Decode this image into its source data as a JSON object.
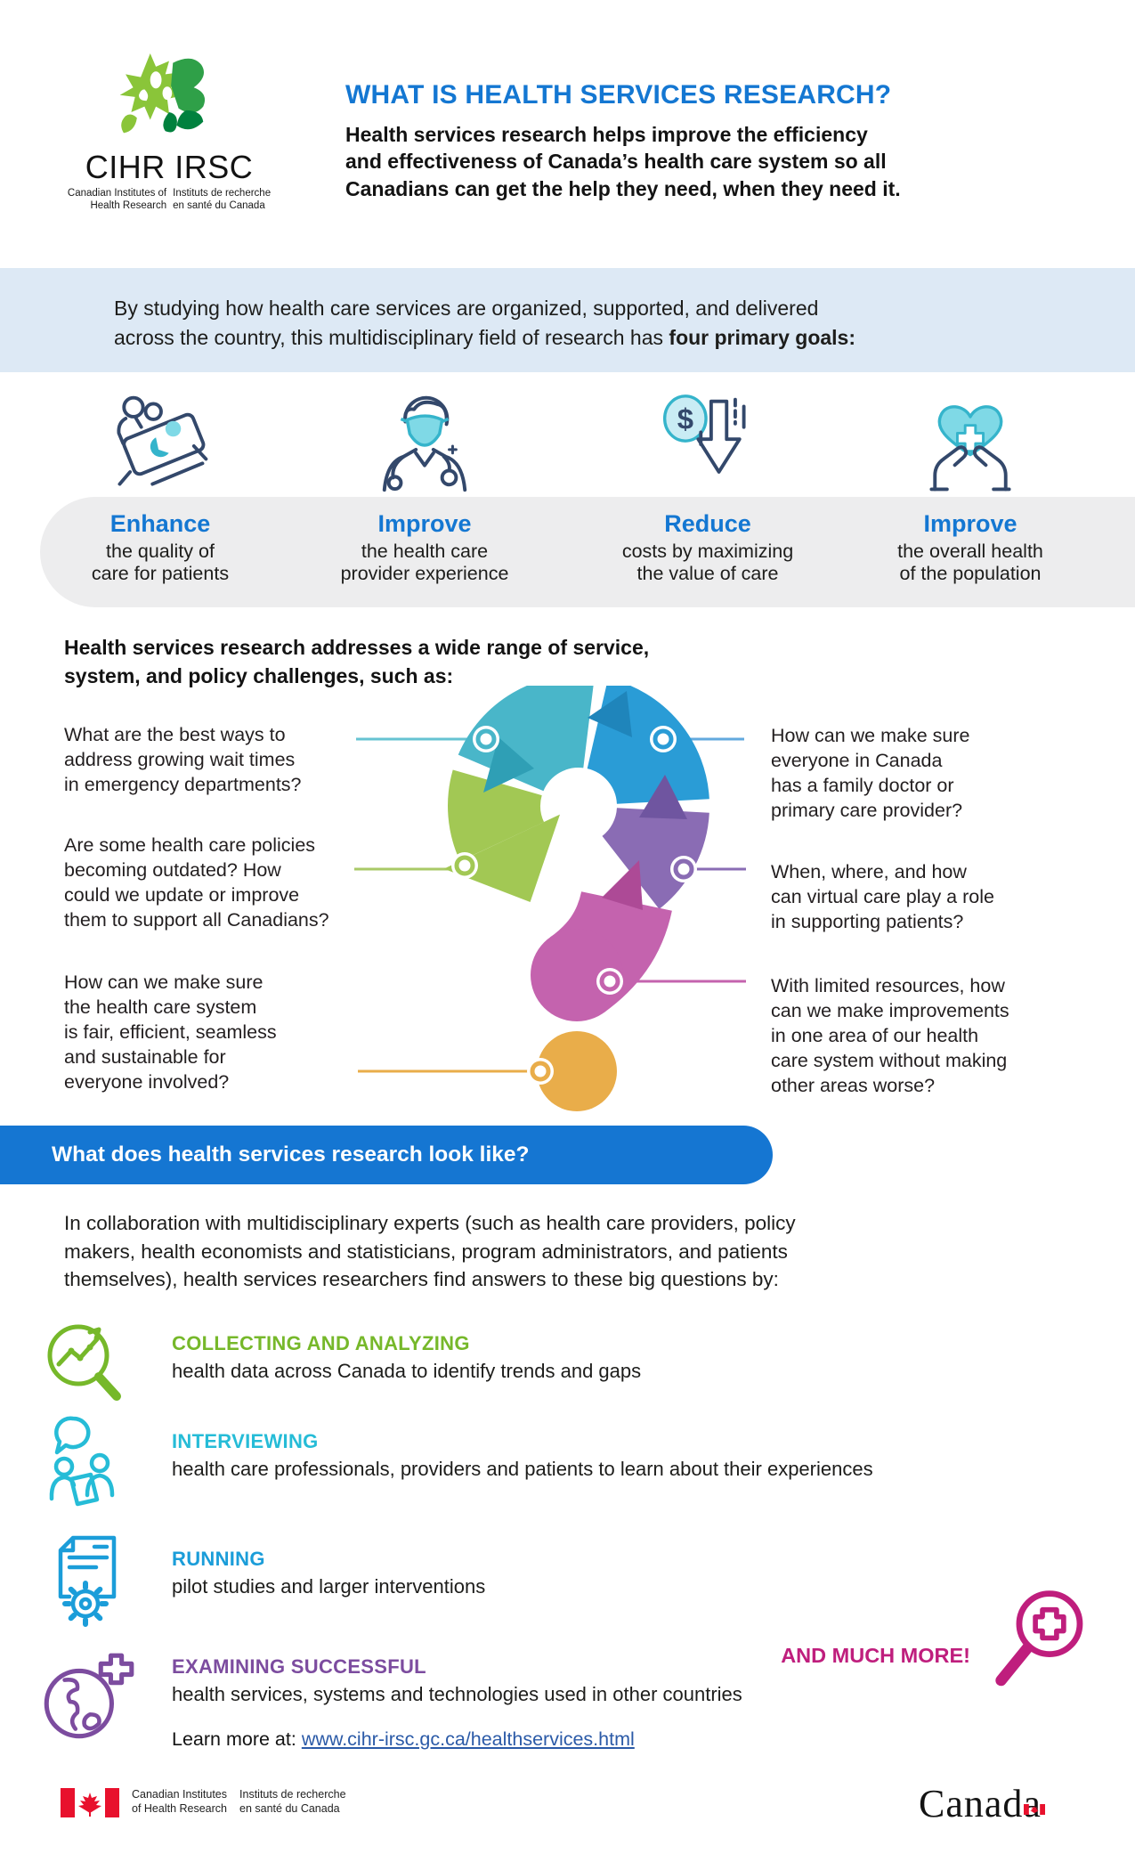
{
  "header": {
    "logo_acronym": "CIHR IRSC",
    "logo_en": "Canadian Institutes of\nHealth Research",
    "logo_fr": "Instituts de recherche\nen santé du Canada",
    "title": "WHAT IS HEALTH SERVICES RESEARCH?",
    "subtitle": "Health services research helps improve the efficiency\nand effectiveness of Canada’s health care system so all\nCanadians can get the help they need, when they need it."
  },
  "intro": {
    "text": "By studying how health care services are organized, supported, and delivered\nacross the country, this multidisciplinary field of research has ",
    "bold": "four primary goals:"
  },
  "goals": [
    {
      "icon": "patient-bed-icon",
      "verb": "Enhance",
      "desc": "the quality of\ncare for patients"
    },
    {
      "icon": "health-provider-icon",
      "verb": "Improve",
      "desc": "the health care\nprovider experience"
    },
    {
      "icon": "reduce-costs-icon",
      "verb": "Reduce",
      "desc": "costs by maximizing\nthe value of care"
    },
    {
      "icon": "heart-in-hands-icon",
      "verb": "Improve",
      "desc": "the overall health\nof the population"
    }
  ],
  "challenges": {
    "heading": "Health services research addresses a wide range of service,\nsystem, and policy challenges, such as:",
    "questions_left": [
      "What are the best ways to\naddress growing wait times\nin emergency departments?",
      "Are some health care policies\nbecoming outdated? How\ncould we update or improve\nthem to support all Canadians?",
      "How can we make sure\nthe health care system\nis fair, efficient, seamless\nand sustainable for\neveryone involved?"
    ],
    "questions_right": [
      "How can we make sure\neveryone in Canada\nhas a family doctor or\nprimary care provider?",
      "When, where, and how\ncan virtual care play a role\nin supporting patients?",
      "With limited resources, how\ncan we make improvements\nin one area of our health\ncare system without making\nother areas worse?"
    ]
  },
  "look_like": {
    "banner": "What does health services research look like?",
    "intro": "In collaboration with multidisciplinary experts (such as health care providers, policy\nmakers, health economists and statisticians, program administrators, and patients\nthemselves), health services researchers find answers to these big questions by:"
  },
  "activities": [
    {
      "icon": "analyze-icon",
      "heading": "COLLECTING AND ANALYZING",
      "desc": "health data across Canada to identify trends and gaps",
      "color": "#76b82a"
    },
    {
      "icon": "interview-icon",
      "heading": "INTERVIEWING",
      "desc": "health care professionals, providers and patients to learn about their experiences",
      "color": "#26bcd7"
    },
    {
      "icon": "pilot-study-icon",
      "heading": "RUNNING",
      "desc": "pilot studies and larger interventions",
      "color": "#1b9dd9"
    },
    {
      "icon": "globe-health-icon",
      "heading": "EXAMINING SUCCESSFUL",
      "desc": "health services, systems and technologies used in other countries",
      "color": "#7c4c9f"
    }
  ],
  "much_more": "AND MUCH MORE!",
  "learn_more": {
    "label": "Learn more at:",
    "url": "www.cihr-irsc.gc.ca/healthservices.html"
  },
  "footer": {
    "en": "Canadian Institutes\nof Health Research",
    "fr": "Instituts de recherche\nen santé du Canada",
    "wordmark": "Canada"
  },
  "colors": {
    "title_blue": "#1477d2",
    "intro_band_bg": "#dde9f5",
    "goal_band_bg": "#ededee",
    "teal_segment": "#49b6c9",
    "blue_segment": "#2a9cd6",
    "green_segment": "#a2c854",
    "purple_segment": "#8a6cb4",
    "magenta_segment": "#c463ae",
    "yellow_dot": "#e9ad4a",
    "collecting_green": "#76b82a",
    "interviewing_cyan": "#26bcd7",
    "running_blue": "#1b9dd9",
    "examining_purple": "#7c4c9f",
    "much_more_magenta": "#bf1e7d",
    "link_blue": "#2b5aa7",
    "flag_red": "#e8112d"
  }
}
